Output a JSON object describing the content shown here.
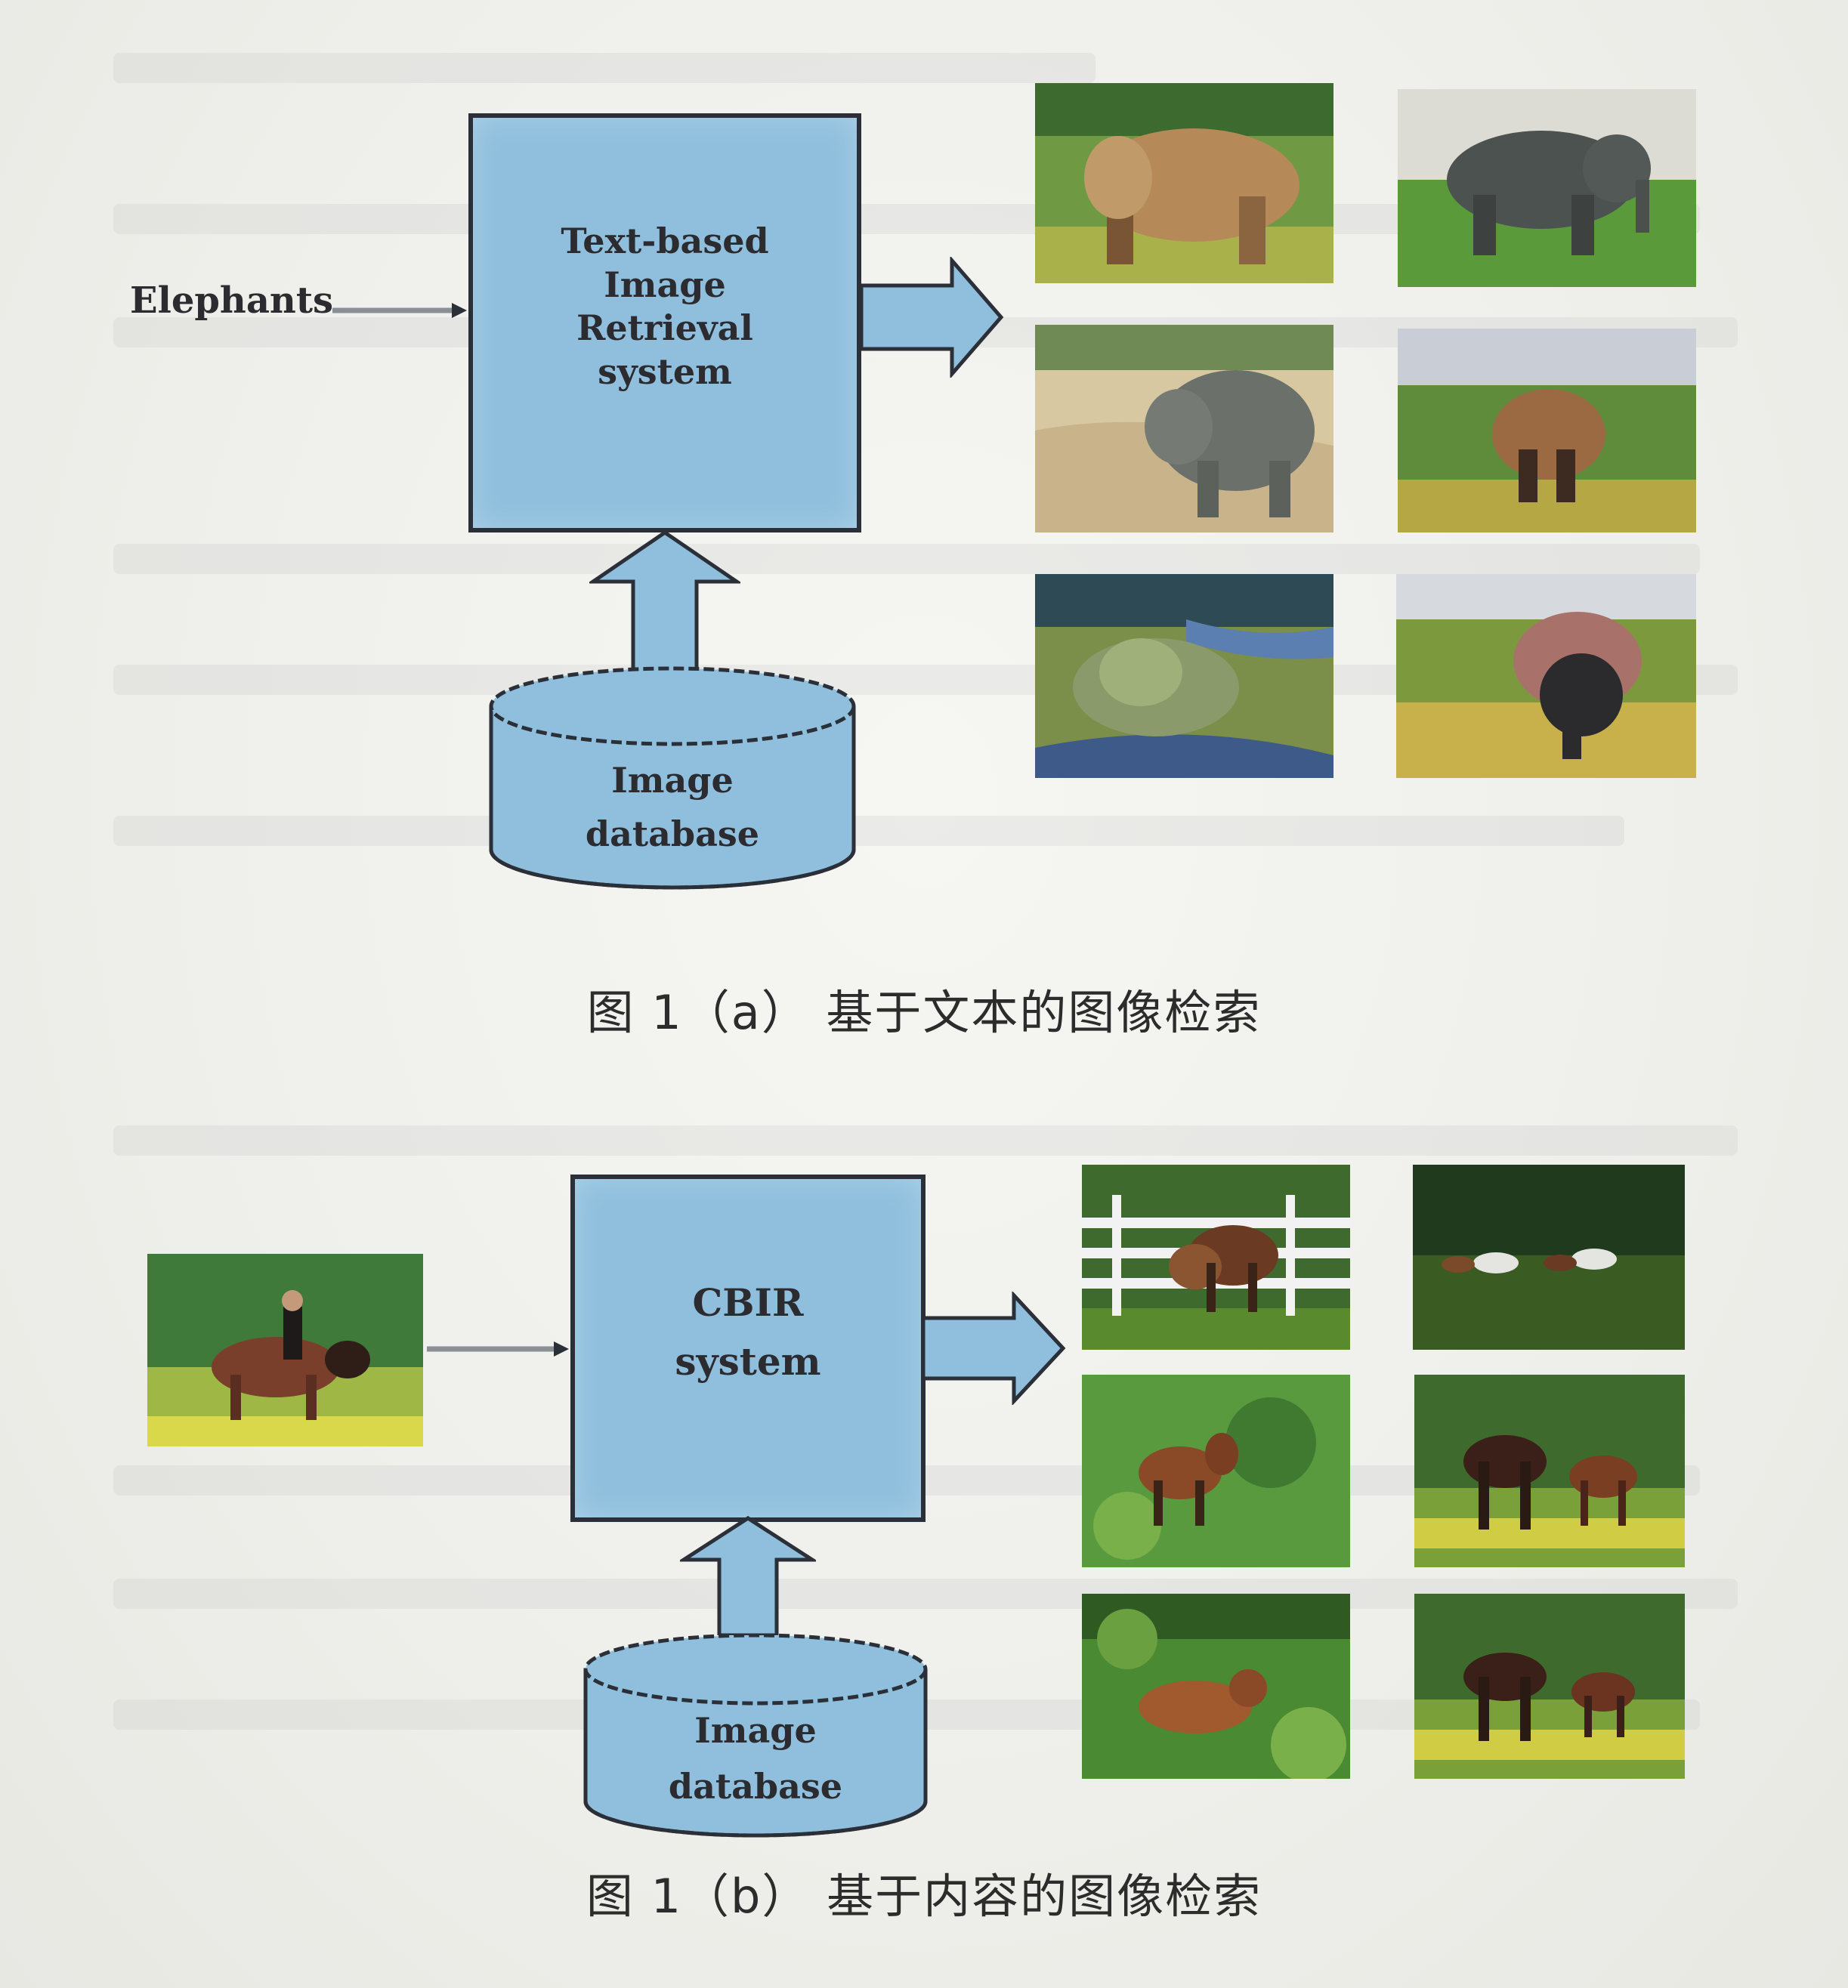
{
  "figure_a": {
    "input_label": "Elephants",
    "system_label": "Text-based\nImage\nRetrieval\nsystem",
    "database_label": "Image\ndatabase",
    "caption": "图 1（a） 基于文本的图像检索",
    "results": [
      "elephant",
      "elephant",
      "elephant",
      "elephant",
      "elephant",
      "elephant"
    ]
  },
  "figure_b": {
    "query_image": "horse-with-rider",
    "system_label": "CBIR\nsystem",
    "database_label": "Image\ndatabase",
    "caption": "图 1（b） 基于内容的图像检索",
    "results": [
      "horse",
      "horse",
      "horse",
      "horse",
      "horse",
      "horse"
    ]
  },
  "colors": {
    "box_fill": "#8fbfdd",
    "outline": "#2a2f38",
    "arrow_fill": "#8fbfdd",
    "text": "#2b2b30",
    "background": "#f1f1ee"
  }
}
